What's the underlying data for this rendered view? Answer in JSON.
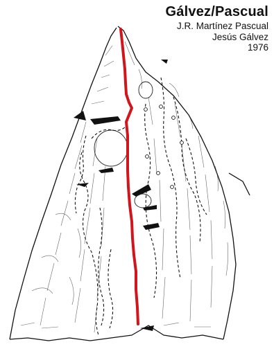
{
  "route": {
    "name": "Gálvez/Pascual",
    "climbers": [
      "J.R. Martínez Pascual",
      "Jesús Gálvez"
    ],
    "year": "1976",
    "line_color": "#d0161c"
  },
  "topo": {
    "rock_outline_color": "#111111",
    "other_routes_style": "dashed"
  }
}
